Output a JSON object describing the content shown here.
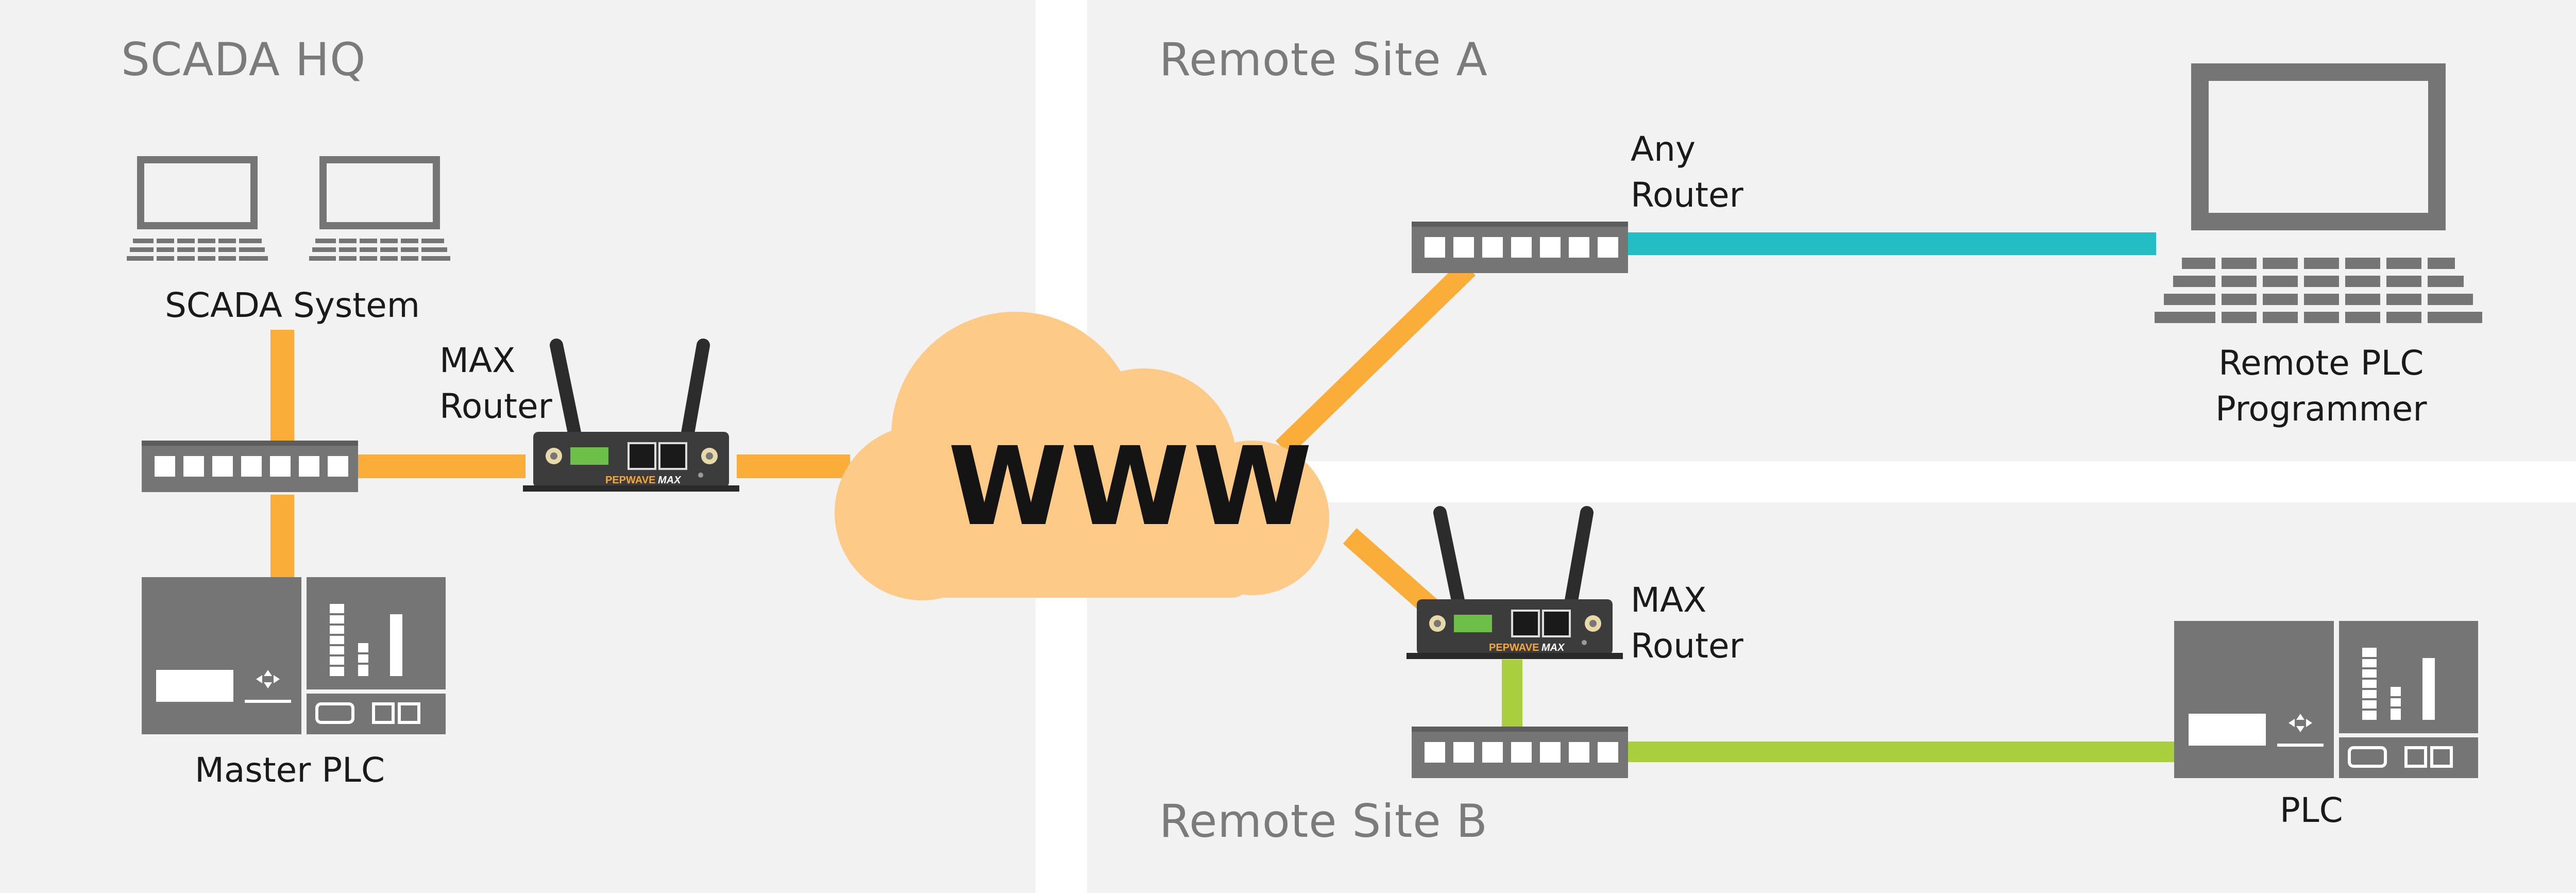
{
  "zones": {
    "hq": {
      "title": "SCADA HQ"
    },
    "site_a": {
      "title": "Remote Site A"
    },
    "site_b": {
      "title": "Remote Site B"
    }
  },
  "labels": {
    "scada_system": "SCADA System",
    "hq_router": [
      "MAX",
      "Router"
    ],
    "master_plc": "Master PLC",
    "cloud": "WWW",
    "any_router": [
      "Any",
      "Router"
    ],
    "remote_programmer": [
      "Remote PLC",
      "Programmer"
    ],
    "site_b_router": [
      "MAX",
      "Router"
    ],
    "plc": "PLC",
    "router_brand": "PEPWAVE",
    "router_model": "MAX"
  },
  "colors": {
    "orange_link": "#fbad3a",
    "teal_link": "#23bdc6",
    "green_link": "#a9ce3e",
    "cloud": "#fdca87",
    "device_gray": "#757575",
    "panel_bg": "#f2f2f2"
  }
}
